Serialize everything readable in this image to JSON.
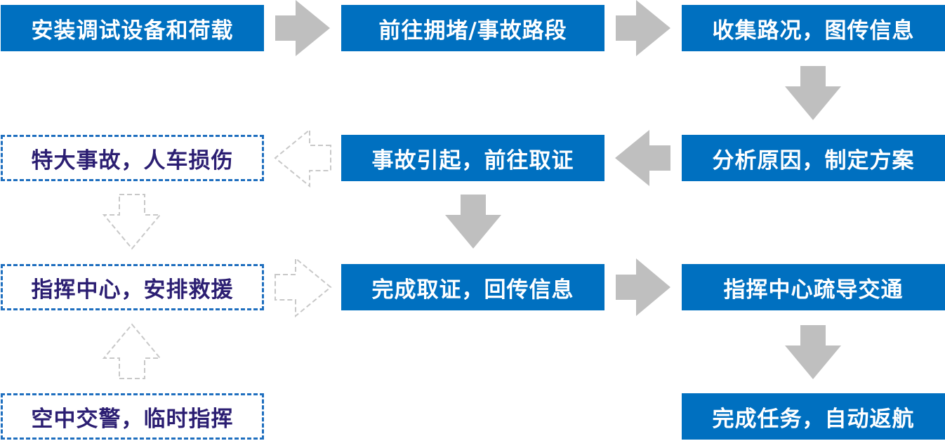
{
  "colors": {
    "box_fill": "#0070c0",
    "box_text": "#ffffff",
    "dashed_border": "#1f6fbf",
    "dashed_text": "#2b1e72",
    "arrow_fill": "#bfbfbf",
    "dashed_arrow_stroke": "#c8c8c8"
  },
  "main_flow": {
    "step1": "安装调试设备和荷载",
    "step2": "前往拥堵/事故路段",
    "step3": "收集路况，图传信息",
    "step4": "分析原因，制定方案",
    "step5": "事故引起，前往取证",
    "step6": "完成取证，回传信息",
    "step7": "指挥中心疏导交通",
    "step8": "完成任务，自动返航"
  },
  "side_flow": {
    "major_accident": "特大事故，人车损伤",
    "command_rescue": "指挥中心，安排救援",
    "air_police": "空中交警，临时指挥"
  },
  "arrows": [
    {
      "from": "step1",
      "to": "step2",
      "direction": "right",
      "style": "solid"
    },
    {
      "from": "step2",
      "to": "step3",
      "direction": "right",
      "style": "solid"
    },
    {
      "from": "step3",
      "to": "step4",
      "direction": "down",
      "style": "solid"
    },
    {
      "from": "step4",
      "to": "step5",
      "direction": "left",
      "style": "solid"
    },
    {
      "from": "step5",
      "to": "step6",
      "direction": "down",
      "style": "solid"
    },
    {
      "from": "step6",
      "to": "step7",
      "direction": "right",
      "style": "solid"
    },
    {
      "from": "step7",
      "to": "step8",
      "direction": "down",
      "style": "solid"
    },
    {
      "from": "step5",
      "to": "major_accident",
      "direction": "left",
      "style": "dashed"
    },
    {
      "from": "major_accident",
      "to": "command_rescue",
      "direction": "down",
      "style": "dashed"
    },
    {
      "from": "air_police",
      "to": "command_rescue",
      "direction": "up",
      "style": "dashed"
    },
    {
      "from": "command_rescue",
      "to": "step6",
      "direction": "right",
      "style": "dashed"
    }
  ]
}
